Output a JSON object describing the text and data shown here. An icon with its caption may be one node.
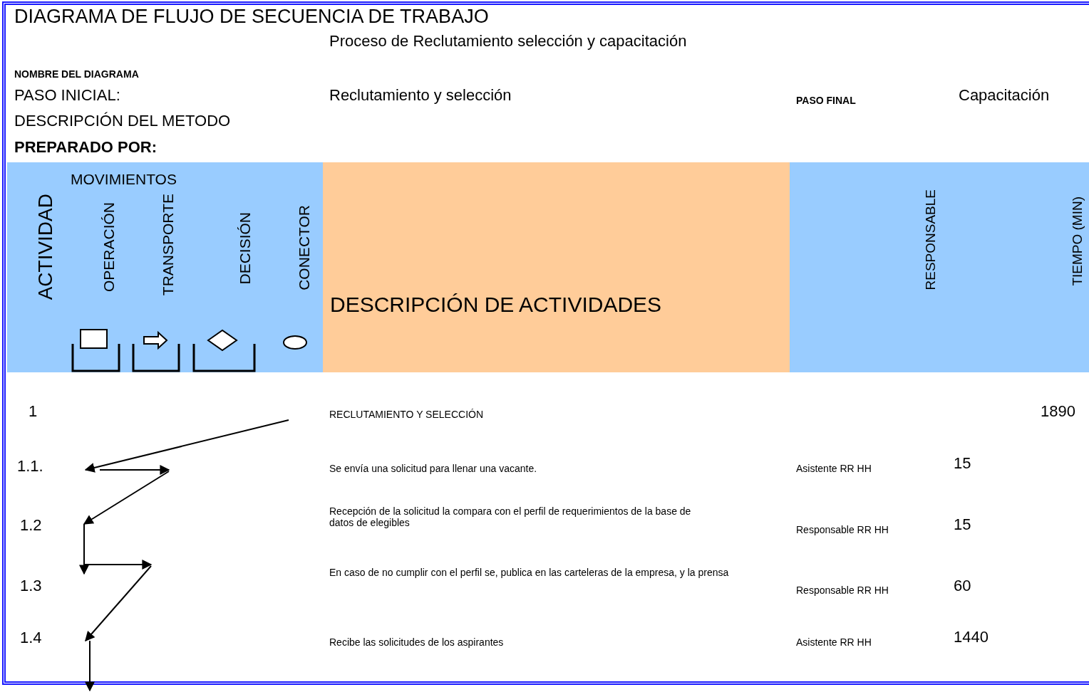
{
  "diagram": {
    "title": "DIAGRAMA DE FLUJO DE SECUENCIA DE TRABAJO",
    "nodes": [
      {
        "text": [
          "MOVIMIENTOS",
          "ACTIVIDAD",
          "OPERACIÓN",
          "TRANSPORTE",
          "DECISIÓN",
          "CONECTOR"
        ]
      },
      {
        "text": [
          "DESCRIPCIÓN DE ACTIVIDADES"
        ]
      },
      {
        "text": [
          "RESPONSABLE"
        ]
      },
      {
        "text": [
          "TIEMPO (MIN)"
        ]
      }
    ],
    "labels": [
      "NOMBRE DEL DIAGRAMA",
      "Proceso de Reclutamiento selección y capacitación",
      "PASO INICIAL:",
      "Reclutamiento y selección",
      "PASO FINAL",
      "Capacitación",
      "DESCRIPCIÓN DEL METODO",
      "PREPARADO POR:",
      "1",
      "RECLUTAMIENTO Y SELECCIÓN",
      "1890",
      "1.1.",
      "Se envía una solicitud para llenar una vacante.",
      "Asistente RR HH",
      "15",
      "1.2",
      "Recepción de la solicitud la compara con el perfil de requerimientos de la base de datos de elegibles",
      "Responsable RR HH",
      "15",
      "1.3",
      "En caso de no cumplir con el perfil se, publica en las carteleras de la empresa, y la prensa",
      "Responsable RR HH",
      "60",
      "1.4",
      "Recibe las solicitudes de los aspirantes",
      "Asistente RR HH",
      "1440"
    ]
  }
}
